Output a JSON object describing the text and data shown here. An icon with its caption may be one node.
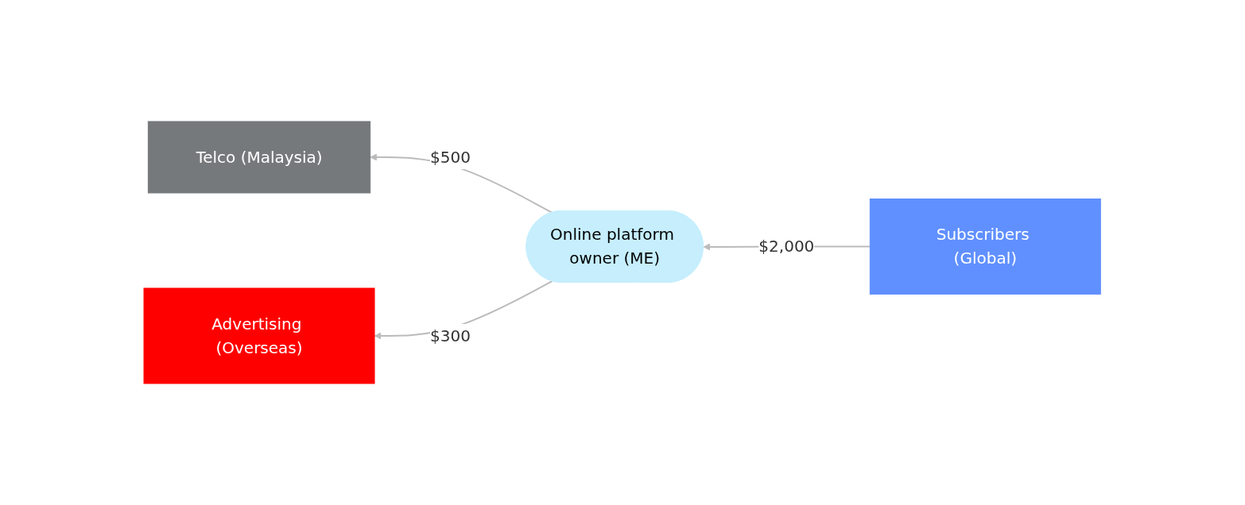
{
  "diagram": {
    "nodes": [
      {
        "text": [
          "Telco (Malaysia)"
        ]
      },
      {
        "text": [
          "Online platform owner (ME)"
        ]
      },
      {
        "text": [
          "Subscribers (Global)"
        ]
      },
      {
        "text": [
          "Advertising (Overseas)"
        ]
      }
    ],
    "edges": [
      {
        "from": 1,
        "to": 0,
        "arrow": "to",
        "label": "$500"
      },
      {
        "from": 2,
        "to": 1,
        "arrow": "to",
        "label": "$2,000"
      },
      {
        "from": 1,
        "to": 3,
        "arrow": "to",
        "label": "$300"
      }
    ]
  }
}
